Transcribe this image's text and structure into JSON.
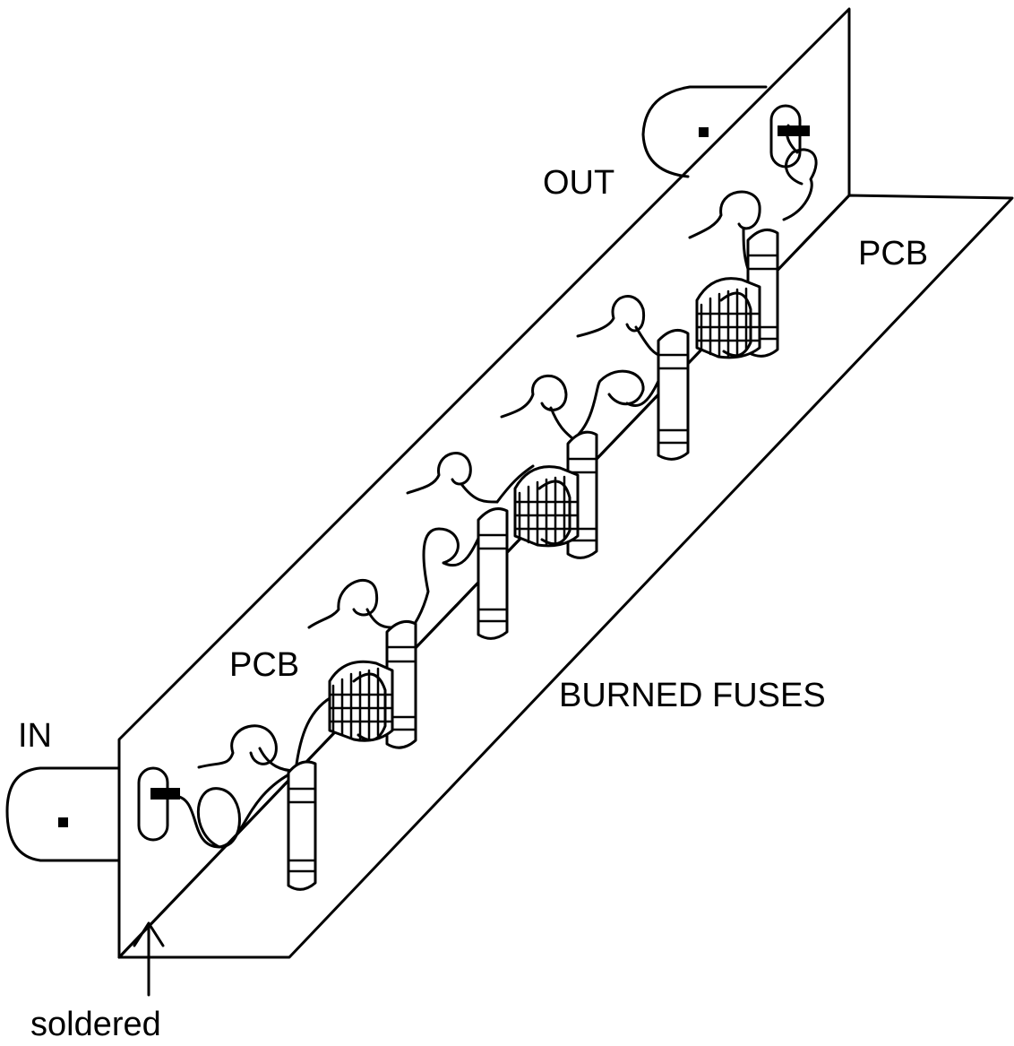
{
  "labels": {
    "in": "IN",
    "out": "OUT",
    "pcb_upper": "PCB",
    "pcb_lower": "PCB",
    "burned_fuses": "BURNED FUSES",
    "soldered": "soldered"
  }
}
